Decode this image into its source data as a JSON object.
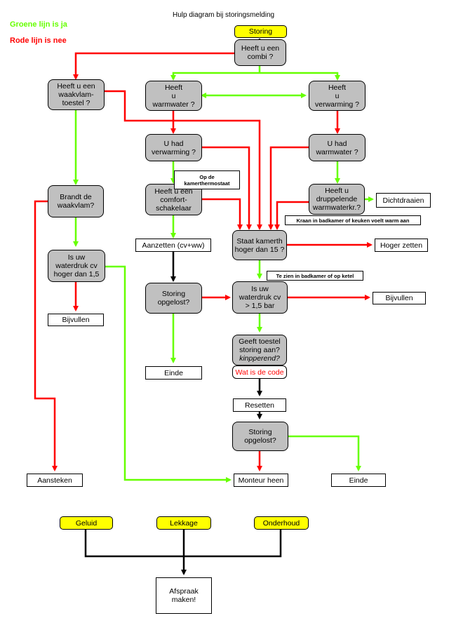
{
  "title": "Hulp diagram bij storingsmelding",
  "legend": {
    "green": "Groene lijn is ja",
    "red": "Rode  lijn is nee"
  },
  "colors": {
    "yes": "#66ff00",
    "no": "#ff0000",
    "neutral": "#000000",
    "decision": "#c0c0c0",
    "start": "#ffff00"
  },
  "nodes": {
    "storing": "Storing",
    "combi": "Heeft u een\ncombi ?",
    "waakvlamtoestel": "Heeft u een\nwaakvlam-\ntoestel ?",
    "warmwater": "Heeft\nu\nwarmwater ?",
    "verwarming": "Heeft\nu\nverwarming ?",
    "uhad_verwarming": "U had\nverwarming ?",
    "uhad_warmwater": "U had\nwarmwater ?",
    "note_thermostaat": "Op de\nkamerthermostaat",
    "comfort": "Heeft u een\ncomfort-\nschakelaar",
    "druppelend": "Heeft u\ndruppelende\nwarmwaterkr.?",
    "dichtdraaien": "Dichtdraaien",
    "note_kraan": "Kraan in badkamer of keuken voelt warm aan",
    "brandt": "Brandt de\nwaakvlam?",
    "waterdruk_left": "Is uw\nwaterdruk cv\nhoger dan 1,5",
    "bijvullen_left": "Bijvullen",
    "aanzetten": "Aanzetten (cv+ww)",
    "kamerth": "Staat kamerth\nhoger dan 15 ?",
    "hoger_zetten": "Hoger zetten",
    "note_badkamer": "Te zien in badkamer of op ketel",
    "storing_opgelost1": "Storing\nopgelost?",
    "waterdruk_mid": "Is uw\nwaterdruk cv\n> 1,5 bar",
    "bijvullen_right": "Bijvullen",
    "geeft_toestel": "Geeft toestel\nstoring aan?",
    "geeft_toestel_italic": "kinpperend?",
    "einde1": "Einde",
    "code": "Wat is de code",
    "resetten": "Resetten",
    "storing_opgelost2": "Storing\nopgelost?",
    "aansteken": "Aansteken",
    "monteur": "Monteur heen",
    "einde2": "Einde",
    "geluid": "Geluid",
    "lekkage": "Lekkage",
    "onderhoud": "Onderhoud",
    "afspraak": "Afspraak\nmaken!"
  }
}
